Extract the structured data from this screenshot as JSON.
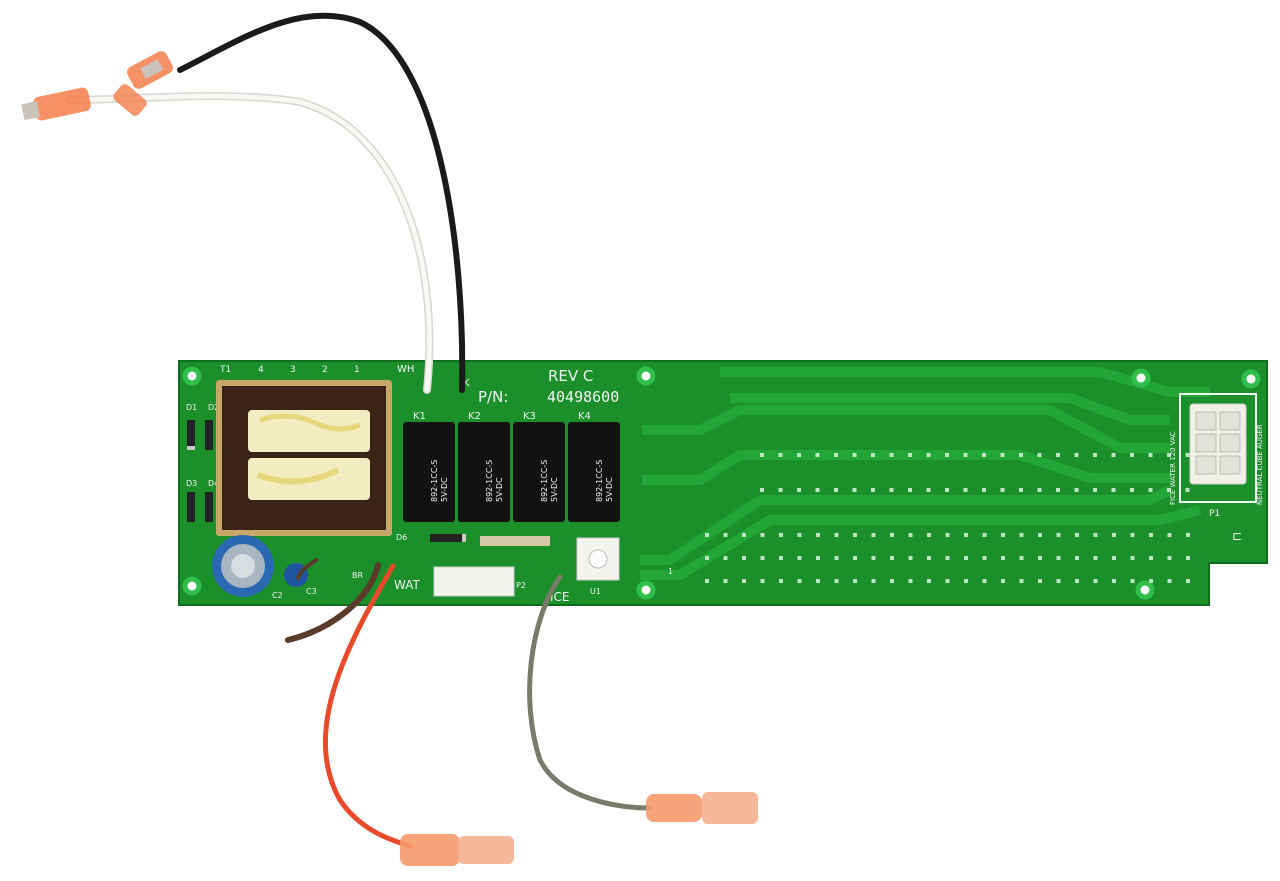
{
  "board": {
    "rev": "REV C",
    "pn_label": "P/N:",
    "pn": "40498600",
    "transformer": "T1",
    "transformer_pins": [
      "4",
      "3",
      "2",
      "1"
    ],
    "wire_white": "WH",
    "wire_black": "K",
    "relays": [
      "K1",
      "K2",
      "K3",
      "K4"
    ],
    "relay_text": [
      "892-1CC-S",
      "5V-DC"
    ],
    "diodes": [
      "D1",
      "D2",
      "D3",
      "D4",
      "D6"
    ],
    "caps": [
      "C2",
      "C3"
    ],
    "brown_label": "BR",
    "water_label": "WAT",
    "ice_label": "ICE",
    "p2": "P2",
    "u1": "U1",
    "u1_pin": "1",
    "p1": "P1",
    "p1_labels": [
      "FICE WATER 120 VAC",
      "NEUTRAL CUBE AUGER"
    ],
    "status_mark": "⊏"
  },
  "colors": {
    "pcb": "#1a8f2a",
    "trace": "#21a534",
    "silk": "#f2f2f2",
    "background": "#ffffff",
    "terminal": "#f47d4a",
    "wire_black": "#1a1a1a",
    "wire_white": "#f4f4ef",
    "wire_red": "#e84b2a",
    "wire_brown": "#5a3a2a",
    "wire_gray": "#7a7a6a"
  }
}
